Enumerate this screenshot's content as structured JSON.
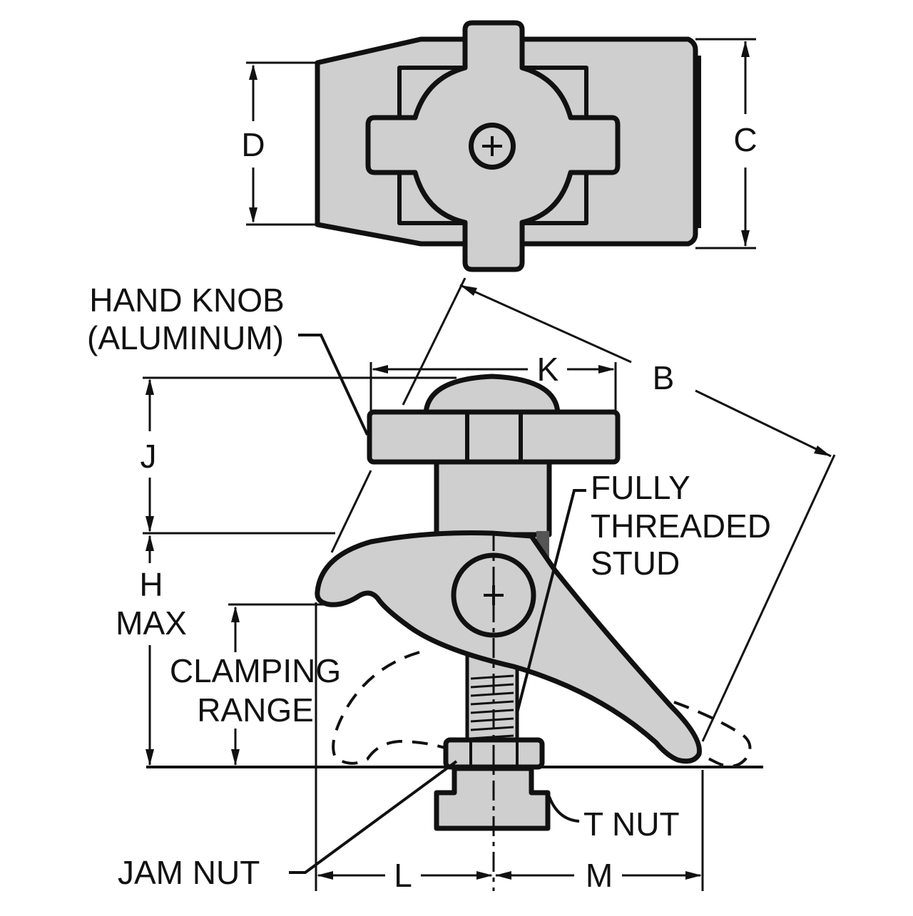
{
  "labels": {
    "hand_knob": "HAND KNOB",
    "aluminum": "(ALUMINUM)",
    "fully": "FULLY",
    "threaded": "THREADED",
    "stud": "STUD",
    "h": "H",
    "max": "MAX",
    "clamping": "CLAMPING",
    "range": "RANGE",
    "t_nut": "T NUT",
    "jam_nut": "JAM NUT"
  },
  "dimensions": {
    "b": "B",
    "c": "C",
    "d": "D",
    "j": "J",
    "k": "K",
    "l": "L",
    "m": "M"
  },
  "colors": {
    "part_fill": "#cfcfcf",
    "line": "#111111",
    "background": "#ffffff"
  }
}
